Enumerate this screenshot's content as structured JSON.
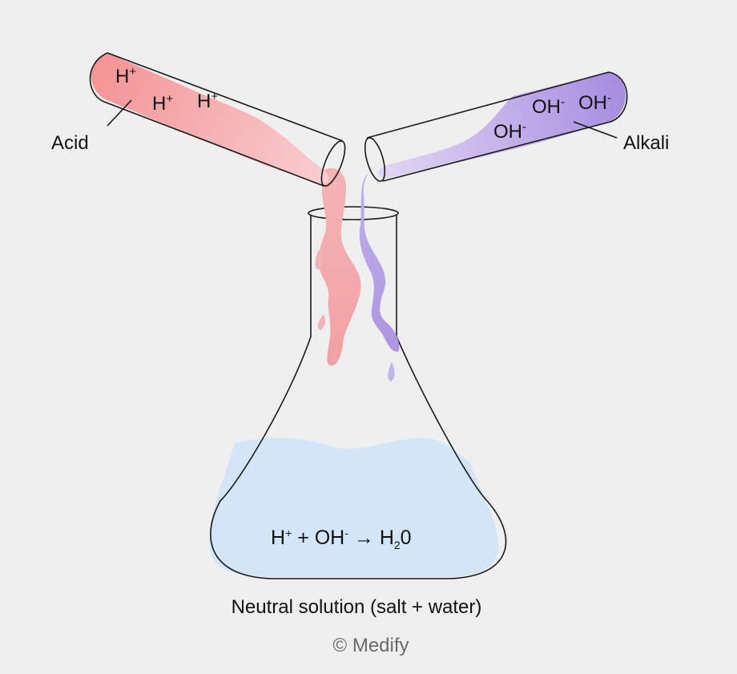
{
  "acid": {
    "label": "Acid",
    "ions": [
      {
        "base": "H",
        "sup": "+"
      },
      {
        "base": "H",
        "sup": "+"
      },
      {
        "base": "H",
        "sup": "+"
      }
    ]
  },
  "alkali": {
    "label": "Alkali",
    "ions": [
      {
        "base": "OH",
        "sup": "-"
      },
      {
        "base": "OH",
        "sup": "-"
      },
      {
        "base": "OH",
        "sup": "-"
      }
    ]
  },
  "equation": {
    "h": "H",
    "h_sup": "+",
    "plus": " + OH",
    "oh_sup": "-",
    "arrow": " → H",
    "sub": "2",
    "tail": "0"
  },
  "caption": "Neutral solution (salt + water)",
  "credit": "© Medify",
  "colors": {
    "acid": "#f29a9c",
    "alkali": "#a98fdc",
    "solution": "#cfe4f6",
    "background": "#efefef"
  }
}
